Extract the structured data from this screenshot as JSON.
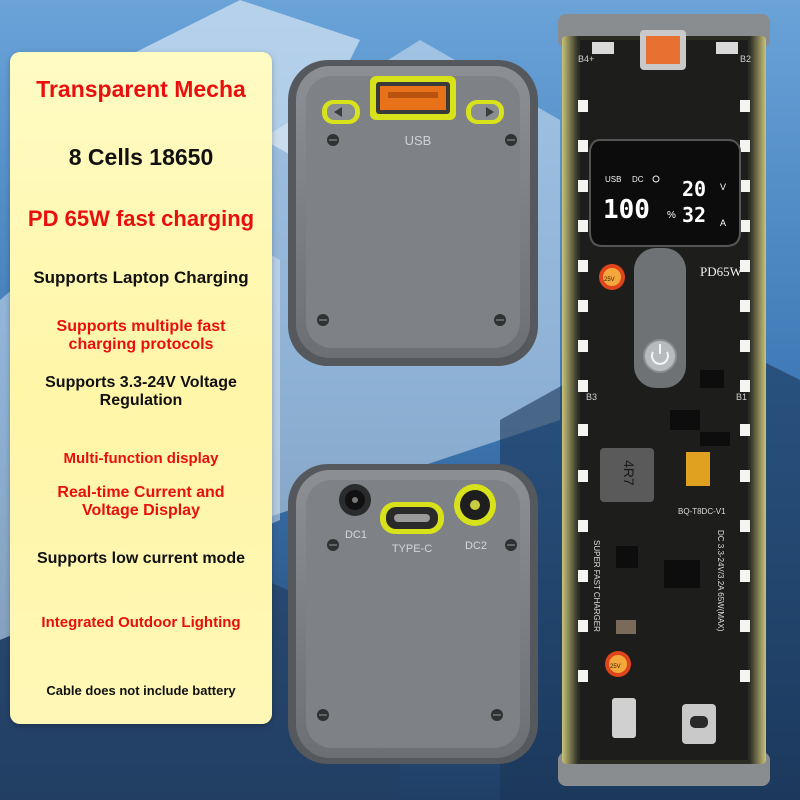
{
  "features": {
    "line1": "Transparent Mecha",
    "line2": "8 Cells 18650",
    "line3": "PD 65W fast charging",
    "line4": "Supports Laptop Charging",
    "line5a": "Supports multiple fast",
    "line5b": "charging protocols",
    "line6a": "Supports 3.3-24V Voltage",
    "line6b": "Regulation",
    "line7": "Multi-function display",
    "line8a": "Real-time Current and",
    "line8b": "Voltage Display",
    "line9": "Supports low current mode",
    "line10": "Integrated Outdoor Lighting",
    "line11": "Cable does not include battery"
  },
  "top_module": {
    "port_label": "USB"
  },
  "bottom_module": {
    "dc1_label": "DC1",
    "typec_label": "TYPE-C",
    "dc2_label": "DC2"
  },
  "board": {
    "b4_label": "B4+",
    "b2_label": "B2",
    "b3_label": "B3",
    "b1_label": "B1",
    "usb_tag": "USB",
    "dc_tag": "DC",
    "percent_value": "100",
    "percent_sign": "%",
    "voltage_value": "20",
    "volt_unit": "V",
    "current_value": "32",
    "amp_unit": "A",
    "pd_label": "PD65W",
    "inductor_label": "4R7",
    "model_label": "BQ-T8DC-V1",
    "spec_label": "DC 3.3-24V/3.2A 65W(MAX)",
    "brand_label": "SUPER FAST CHARGER",
    "cap1_label": "25V",
    "cap2_label": "25V"
  },
  "colors": {
    "accent_red": "#e8100e",
    "panel_yellow": "#fff6a8",
    "module_gray": "#7a7d80",
    "port_yellow": "#d8e21a",
    "usb_orange": "#e8721a"
  },
  "icons": [
    "left-arrow-icon",
    "right-arrow-icon",
    "power-icon",
    "sun-icon"
  ]
}
